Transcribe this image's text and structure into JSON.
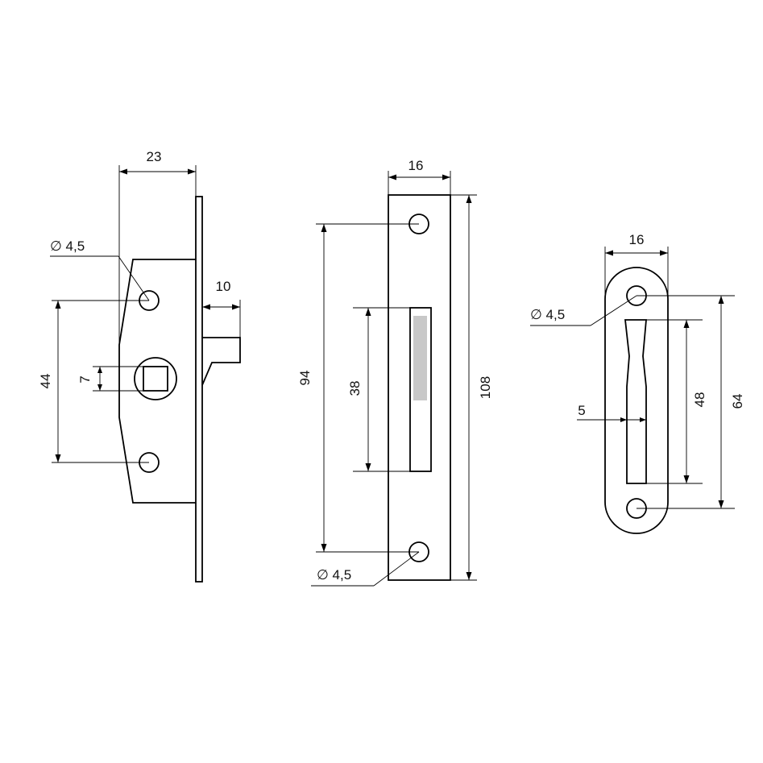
{
  "colors": {
    "line": "#000000",
    "background": "#ffffff",
    "slot_fill": "#c8c8c8"
  },
  "latch": {
    "width_label": "23",
    "bolt_projection_label": "10",
    "hole_diameter_label": "∅ 4,5",
    "hole_spacing_label": "44",
    "square_drive_label": "7"
  },
  "strike_plate": {
    "width_label": "16",
    "length_label": "108",
    "hole_spacing_label": "94",
    "slot_length_label": "38",
    "hole_diameter_label": "∅ 4,5"
  },
  "keeper": {
    "width_label": "16",
    "hole_diameter_label": "∅ 4,5",
    "slot_width_label": "5",
    "slot_length_label": "48",
    "hole_spacing_label": "64"
  }
}
